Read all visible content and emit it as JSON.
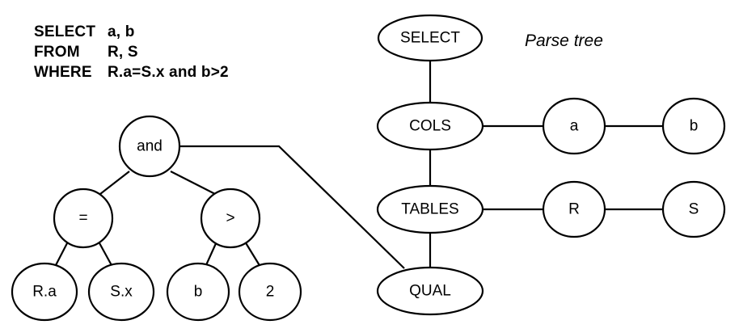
{
  "figure": {
    "caption": "Parse tree"
  },
  "sql": {
    "lines": [
      {
        "keyword": "SELECT",
        "body": "a,  b"
      },
      {
        "keyword": "FROM",
        "body": "R, S"
      },
      {
        "keyword": "WHERE",
        "body": "R.a=S.x  and  b>2"
      }
    ]
  },
  "expression_tree": {
    "nodes": [
      {
        "id": "and",
        "label": "and"
      },
      {
        "id": "eq",
        "label": "="
      },
      {
        "id": "gt",
        "label": ">"
      },
      {
        "id": "ra",
        "label": "R.a"
      },
      {
        "id": "sx",
        "label": "S.x"
      },
      {
        "id": "b",
        "label": "b"
      },
      {
        "id": "two",
        "label": "2"
      }
    ],
    "edges": [
      {
        "from": "and",
        "to": "eq"
      },
      {
        "from": "and",
        "to": "gt"
      },
      {
        "from": "eq",
        "to": "ra"
      },
      {
        "from": "eq",
        "to": "sx"
      },
      {
        "from": "gt",
        "to": "b"
      },
      {
        "from": "gt",
        "to": "two"
      },
      {
        "from": "and",
        "to": "qual"
      }
    ]
  },
  "parse_tree": {
    "nodes": [
      {
        "id": "select",
        "label": "SELECT"
      },
      {
        "id": "cols",
        "label": "COLS"
      },
      {
        "id": "tables",
        "label": "TABLES"
      },
      {
        "id": "qual",
        "label": "QUAL"
      },
      {
        "id": "col-a",
        "label": "a"
      },
      {
        "id": "col-b",
        "label": "b"
      },
      {
        "id": "tbl-r",
        "label": "R"
      },
      {
        "id": "tbl-s",
        "label": "S"
      }
    ],
    "edges": [
      {
        "from": "select",
        "to": "cols"
      },
      {
        "from": "cols",
        "to": "tables"
      },
      {
        "from": "tables",
        "to": "qual"
      },
      {
        "from": "cols",
        "to": "col-a"
      },
      {
        "from": "col-a",
        "to": "col-b"
      },
      {
        "from": "tables",
        "to": "tbl-r"
      },
      {
        "from": "tbl-r",
        "to": "tbl-s"
      }
    ]
  },
  "colors": {
    "stroke": "#000000",
    "fill": "#ffffff",
    "background": "#ffffff"
  }
}
